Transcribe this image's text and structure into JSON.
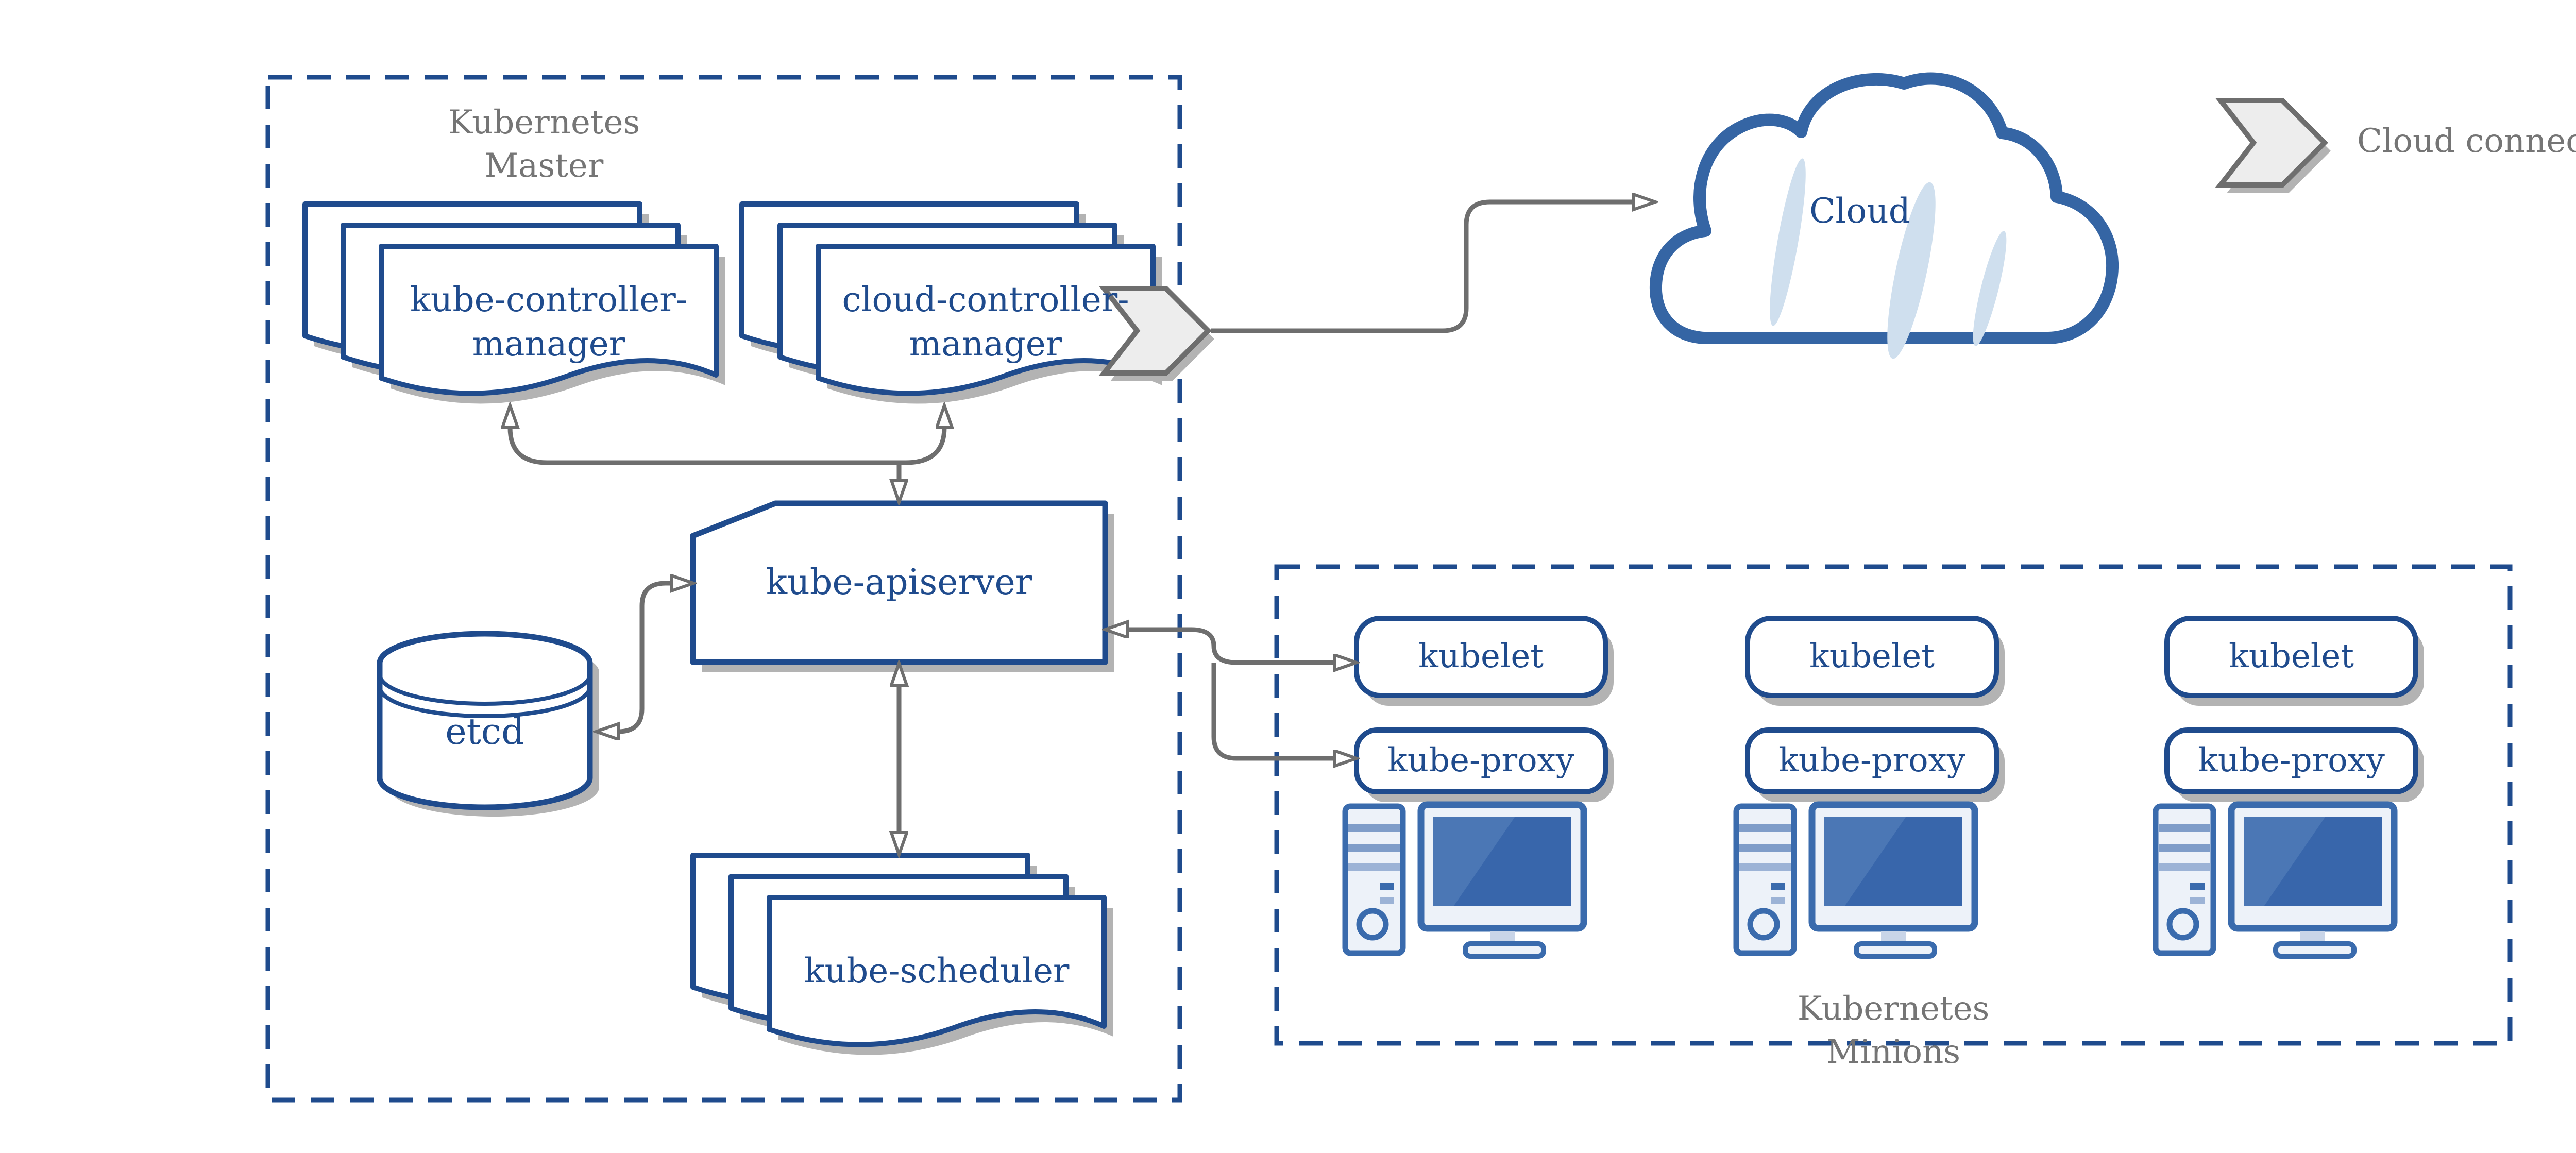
{
  "colors": {
    "navy": "#1f4b8d",
    "icon_blue": "#3a6bad",
    "cloud_stroke": "#3565a4",
    "arrow_gray": "#6e6e6e",
    "label_gray": "#757575",
    "shadow_gray": "#b3b3b3",
    "chevron_fill": "#ededed",
    "panel_fill": "#edf2f9",
    "screen_blue": "#3866ab",
    "streak_blue": "#cfdfee"
  },
  "master": {
    "label": "Kubernetes\nMaster",
    "kube_controller_manager": "kube-controller-\nmanager",
    "cloud_controller_manager": "cloud-controller-\nmanager",
    "kube_apiserver": "kube-apiserver",
    "etcd": "etcd",
    "kube_scheduler": "kube-scheduler"
  },
  "cloud": {
    "label": "Cloud"
  },
  "legend": {
    "cloud_connector": "Cloud connector"
  },
  "minions": {
    "label": "Kubernetes\nMinions",
    "nodes": [
      {
        "kubelet": "kubelet",
        "kube_proxy": "kube-proxy"
      },
      {
        "kubelet": "kubelet",
        "kube_proxy": "kube-proxy"
      },
      {
        "kubelet": "kubelet",
        "kube_proxy": "kube-proxy"
      }
    ]
  },
  "icons": {
    "computer": "computer-icon",
    "connector": "chevron-arrow-icon"
  }
}
